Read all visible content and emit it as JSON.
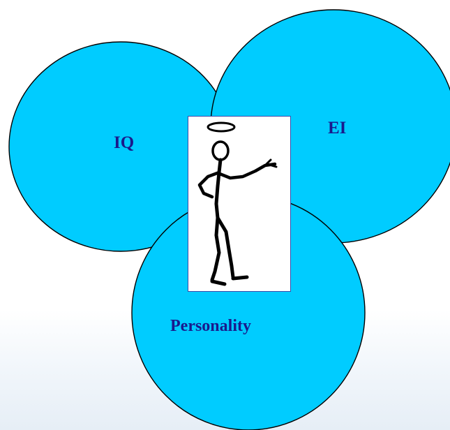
{
  "diagram": {
    "circles": [
      {
        "id": "iq",
        "label": "IQ"
      },
      {
        "id": "ei",
        "label": "EI"
      },
      {
        "id": "personality",
        "label": "Personality"
      }
    ],
    "center_image": "stick-figure-with-halo-pointing",
    "colors": {
      "circle_fill": "#00ccff",
      "circle_stroke": "#000000",
      "label_text": "#1a1a8c",
      "figure_border": "#3b4aa8"
    }
  }
}
